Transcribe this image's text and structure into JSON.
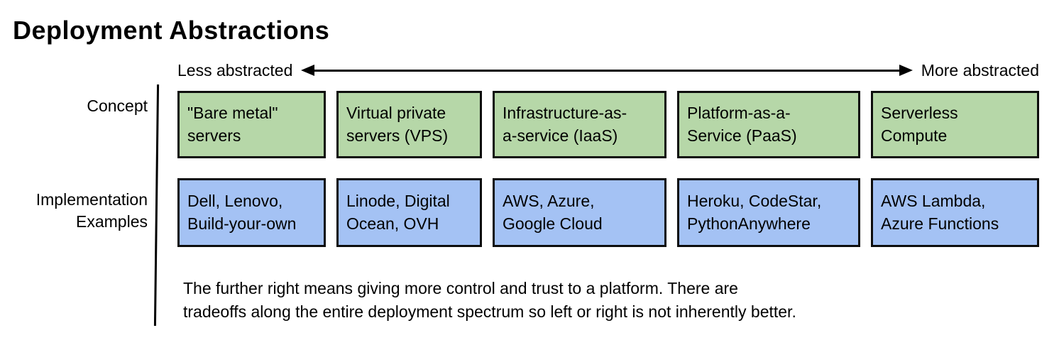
{
  "title": "Deployment Abstractions",
  "spectrum": {
    "left_label": "Less abstracted",
    "right_label": "More abstracted"
  },
  "row_labels": {
    "concept": "Concept",
    "implementation": "Implementation\nExamples"
  },
  "colors": {
    "concept_box_fill": "#b6d7a8",
    "example_box_fill": "#a4c2f4",
    "box_border": "#0d0d0d",
    "text": "#000000"
  },
  "columns": [
    {
      "concept": "\"Bare metal\"\nservers",
      "examples": "Dell, Lenovo,\nBuild-your-own"
    },
    {
      "concept": "Virtual private\nservers (VPS)",
      "examples": "Linode, Digital\nOcean, OVH"
    },
    {
      "concept": "Infrastructure-as-\na-service (IaaS)",
      "examples": "AWS, Azure,\nGoogle Cloud"
    },
    {
      "concept": "Platform-as-a-\nService (PaaS)",
      "examples": "Heroku, CodeStar,\nPythonAnywhere"
    },
    {
      "concept": "Serverless\nCompute",
      "examples": "AWS Lambda,\nAzure Functions"
    }
  ],
  "caption": "The further right means giving more control and trust to a platform. There are\ntradeoffs along the entire deployment spectrum so left or right is not inherently better."
}
